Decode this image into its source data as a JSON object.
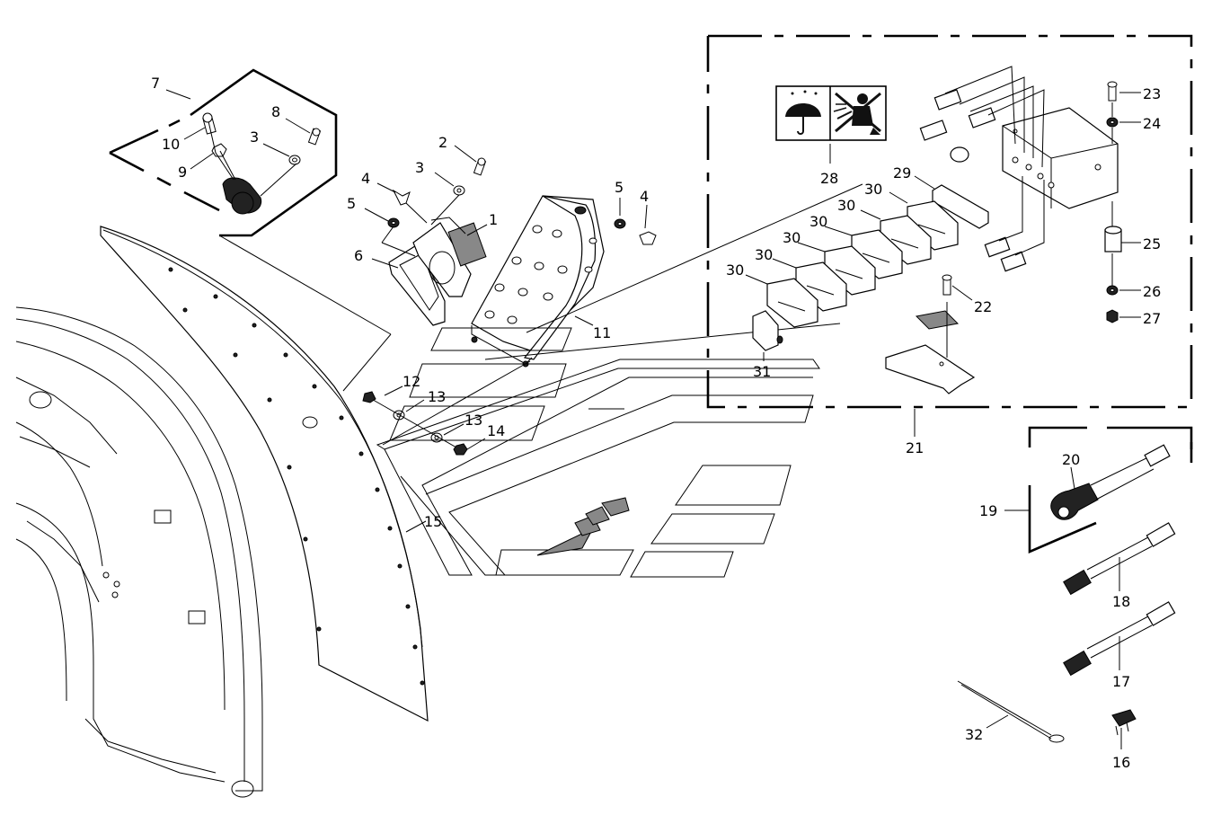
{
  "callouts": [
    {
      "id": "c1",
      "text": "1"
    },
    {
      "id": "c2",
      "text": "2"
    },
    {
      "id": "c3a",
      "text": "3"
    },
    {
      "id": "c3b",
      "text": "3"
    },
    {
      "id": "c4a",
      "text": "4"
    },
    {
      "id": "c4b",
      "text": "4"
    },
    {
      "id": "c5a",
      "text": "5"
    },
    {
      "id": "c5b",
      "text": "5"
    },
    {
      "id": "c6",
      "text": "6"
    },
    {
      "id": "c7",
      "text": "7"
    },
    {
      "id": "c8",
      "text": "8"
    },
    {
      "id": "c9",
      "text": "9"
    },
    {
      "id": "c10",
      "text": "10"
    },
    {
      "id": "c11",
      "text": "11"
    },
    {
      "id": "c12",
      "text": "12"
    },
    {
      "id": "c13a",
      "text": "13"
    },
    {
      "id": "c13b",
      "text": "13"
    },
    {
      "id": "c14",
      "text": "14"
    },
    {
      "id": "c15",
      "text": "15"
    },
    {
      "id": "c16",
      "text": "16"
    },
    {
      "id": "c17",
      "text": "17"
    },
    {
      "id": "c18",
      "text": "18"
    },
    {
      "id": "c19",
      "text": "19"
    },
    {
      "id": "c20",
      "text": "20"
    },
    {
      "id": "c21",
      "text": "21"
    },
    {
      "id": "c22",
      "text": "22"
    },
    {
      "id": "c23",
      "text": "23"
    },
    {
      "id": "c24",
      "text": "24"
    },
    {
      "id": "c25",
      "text": "25"
    },
    {
      "id": "c26",
      "text": "26"
    },
    {
      "id": "c27",
      "text": "27"
    },
    {
      "id": "c28",
      "text": "28"
    },
    {
      "id": "c29",
      "text": "29"
    },
    {
      "id": "c30a",
      "text": "30"
    },
    {
      "id": "c30b",
      "text": "30"
    },
    {
      "id": "c30c",
      "text": "30"
    },
    {
      "id": "c30d",
      "text": "30"
    },
    {
      "id": "c30e",
      "text": "30"
    },
    {
      "id": "c30f",
      "text": "30"
    },
    {
      "id": "c31",
      "text": "31"
    },
    {
      "id": "c32",
      "text": "32"
    }
  ],
  "symbols": {
    "keep_dry_icon": "umbrella-icon",
    "no_pressure_wash_icon": "no-pressure-washer-icon"
  },
  "colors": {
    "line": "#000000",
    "background": "#ffffff",
    "hatch": "#888888"
  }
}
